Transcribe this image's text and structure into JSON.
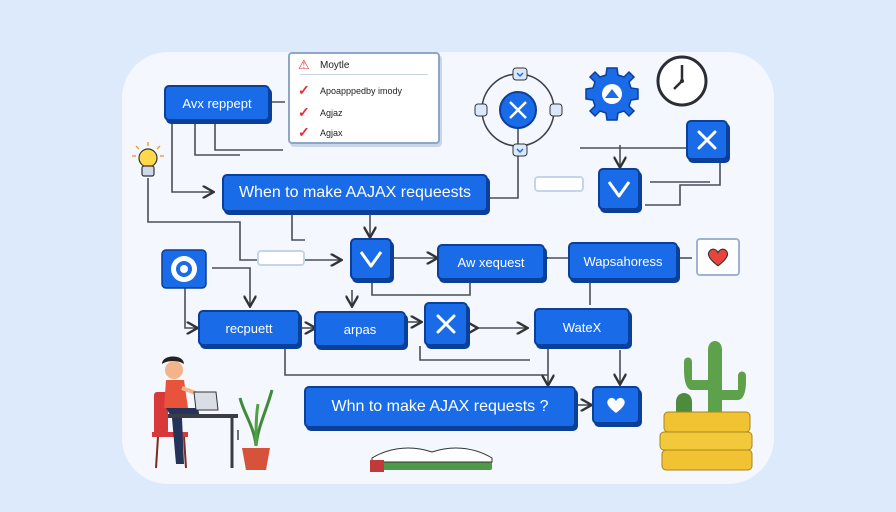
{
  "card": {
    "title": "Moytle",
    "items": [
      "Apoapppedby imody",
      "Agjaz",
      "Agjax"
    ]
  },
  "nodes": {
    "top_left": "Avx reppept",
    "main_title": "When to make AAJAX requeests",
    "aw_request": "Aw xequest",
    "wapsahoress": "Wapsahoress",
    "recpuett": "recpuett",
    "arpas": "arpas",
    "watex": "WateX",
    "bottom_question": "Whn to make AJAX requests ?"
  },
  "colors": {
    "node_fill": "#1a6be8",
    "node_border": "#0a3f9a",
    "panel": "#f4f7fd",
    "background": "#dceafb",
    "heart": "#e8443e",
    "check": "#e0313b"
  },
  "icons": [
    "lightbulb-icon",
    "warning-icon",
    "network-hub-icon",
    "gear-icon",
    "clock-icon",
    "close-icon",
    "check-icon",
    "heart-icon",
    "target-icon",
    "person-with-laptop-icon",
    "plant-icon",
    "book-icon",
    "cactus-icon"
  ]
}
